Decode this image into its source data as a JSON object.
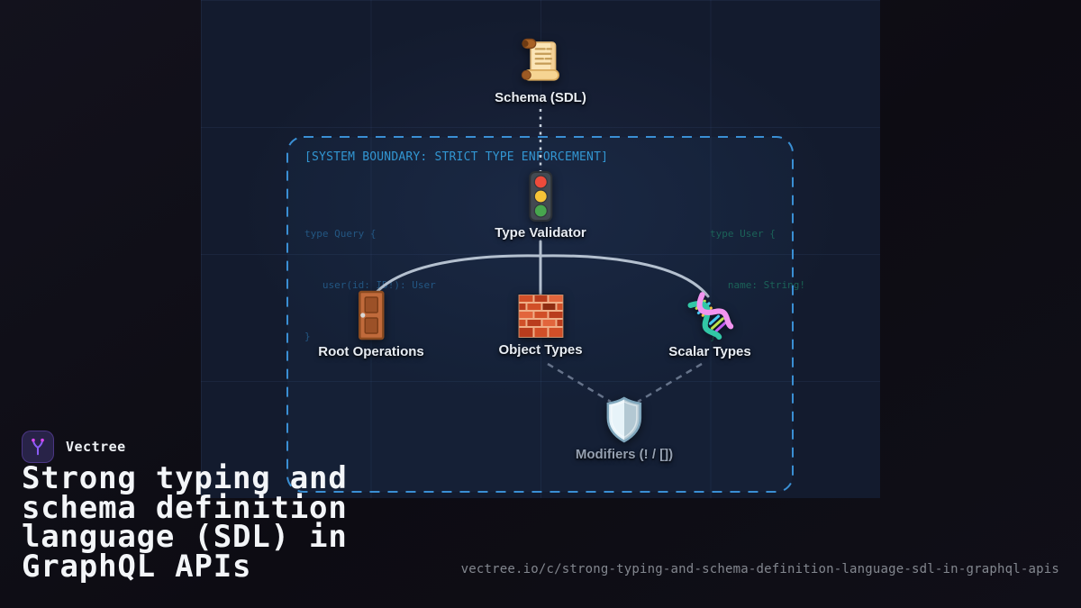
{
  "brand": {
    "name": "Vectree",
    "logo_icon": "vectree-branch-icon",
    "accent_color": "#8b5cf6"
  },
  "hero": {
    "title_lines": [
      "Strong typing and",
      "schema definition",
      "language (SDL) in",
      "GraphQL APIs"
    ],
    "url": "vectree.io/c/strong-typing-and-schema-definition-language-sdl-in-graphql-apis"
  },
  "diagram": {
    "boundary": {
      "label": "[SYSTEM BOUNDARY: STRICT TYPE ENFORCEMENT]",
      "border_color": "#3a8fd4",
      "label_color": "#3296d2"
    },
    "nodes": [
      {
        "id": "schema",
        "label": "Schema (SDL)",
        "icon": "scroll-icon"
      },
      {
        "id": "type-validator",
        "label": "Type Validator",
        "icon": "traffic-light-icon"
      },
      {
        "id": "root-operations",
        "label": "Root Operations",
        "icon": "door-icon"
      },
      {
        "id": "object-types",
        "label": "Object Types",
        "icon": "bricks-icon"
      },
      {
        "id": "scalar-types",
        "label": "Scalar Types",
        "icon": "dna-icon"
      },
      {
        "id": "modifiers",
        "label": "Modifiers (! / [])",
        "icon": "shield-icon"
      }
    ],
    "code_snippets": {
      "left": {
        "lines": [
          "type Query {",
          "   user(id: ID!): User",
          "}"
        ],
        "color": "#22547e"
      },
      "right": {
        "lines": [
          "type User {",
          "   name: String!",
          "}"
        ],
        "color": "#1a6052"
      }
    }
  },
  "colors": {
    "background": "#0d0c13",
    "canvas": "#131b2e",
    "node_label": "#e8edf4",
    "muted_label": "#95a0b1",
    "connector": "#b4c0cf",
    "dashed_connector": "#66738a",
    "title": "#f3f5f8",
    "url": "#83878f"
  }
}
